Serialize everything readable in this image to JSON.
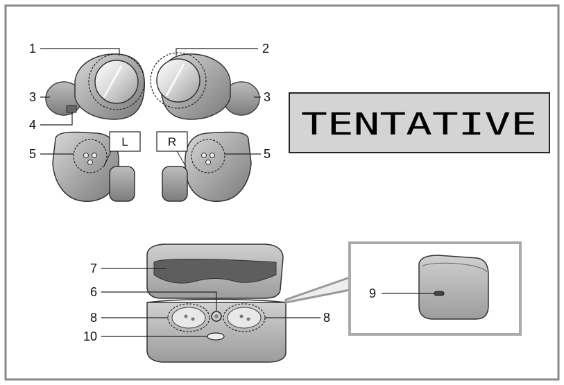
{
  "banner": {
    "text": "TENTATIVE"
  },
  "side_labels": {
    "left": "L",
    "right": "R"
  },
  "callouts": {
    "c1": "1",
    "c2": "2",
    "c3_left": "3",
    "c3_right": "3",
    "c4": "4",
    "c5_left": "5",
    "c5_right": "5",
    "c6": "6",
    "c7": "7",
    "c8_left": "8",
    "c8_right": "8",
    "c9": "9",
    "c10": "10"
  },
  "colors": {
    "frame": "#888888",
    "body_light": "#c8c8c8",
    "body_mid": "#9a9a9a",
    "body_dark": "#6e6e6e",
    "banner_bg": "#d4d4d4"
  }
}
